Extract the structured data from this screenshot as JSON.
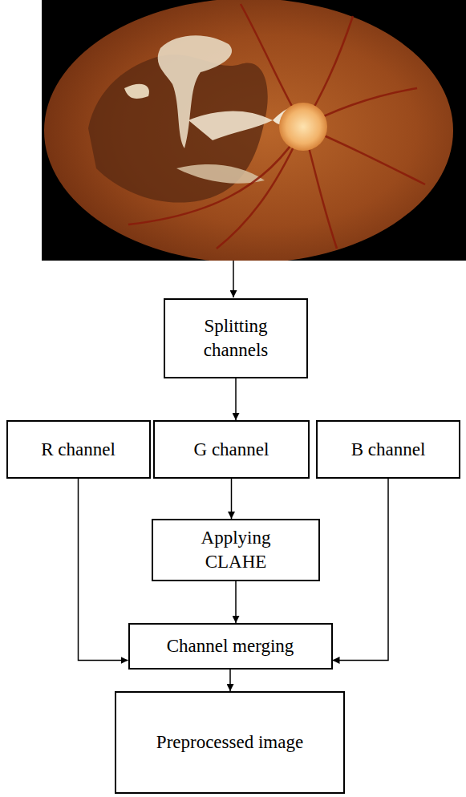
{
  "diagram": {
    "nodes": [
      {
        "text": [
          "Splitting channels"
        ]
      },
      {
        "text": [
          "R channel"
        ]
      },
      {
        "text": [
          "G channel"
        ]
      },
      {
        "text": [
          "B channel"
        ]
      },
      {
        "text": [
          "Applying CLAHE"
        ]
      },
      {
        "text": [
          "Channel merging"
        ]
      },
      {
        "text": [
          "Preprocessed image"
        ]
      }
    ],
    "edges": [
      {
        "from": 0,
        "to": 2,
        "arrow": "to"
      },
      {
        "from": 2,
        "to": 4,
        "arrow": "to"
      },
      {
        "from": 4,
        "to": 5,
        "arrow": "to"
      },
      {
        "from": 1,
        "to": 5,
        "arrow": "to"
      },
      {
        "from": 3,
        "to": 5,
        "arrow": "to"
      },
      {
        "from": 5,
        "to": 6,
        "arrow": "to"
      }
    ]
  }
}
